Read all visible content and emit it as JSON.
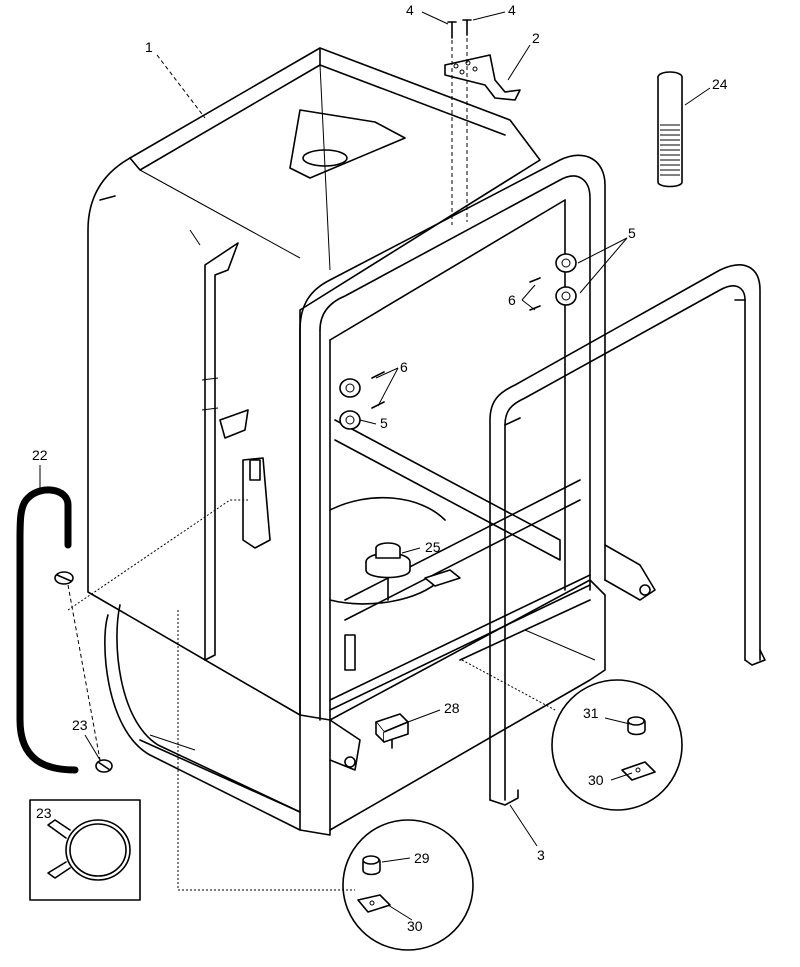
{
  "callouts": {
    "c1": "1",
    "c2": "2",
    "c3": "3",
    "c4a": "4",
    "c4b": "4",
    "c5a": "5",
    "c5b": "5",
    "c6a": "6",
    "c6b": "6",
    "c22": "22",
    "c23a": "23",
    "c23b": "23",
    "c24": "24",
    "c25": "25",
    "c28": "28",
    "c29": "29",
    "c30a": "30",
    "c30b": "30",
    "c31": "31"
  }
}
